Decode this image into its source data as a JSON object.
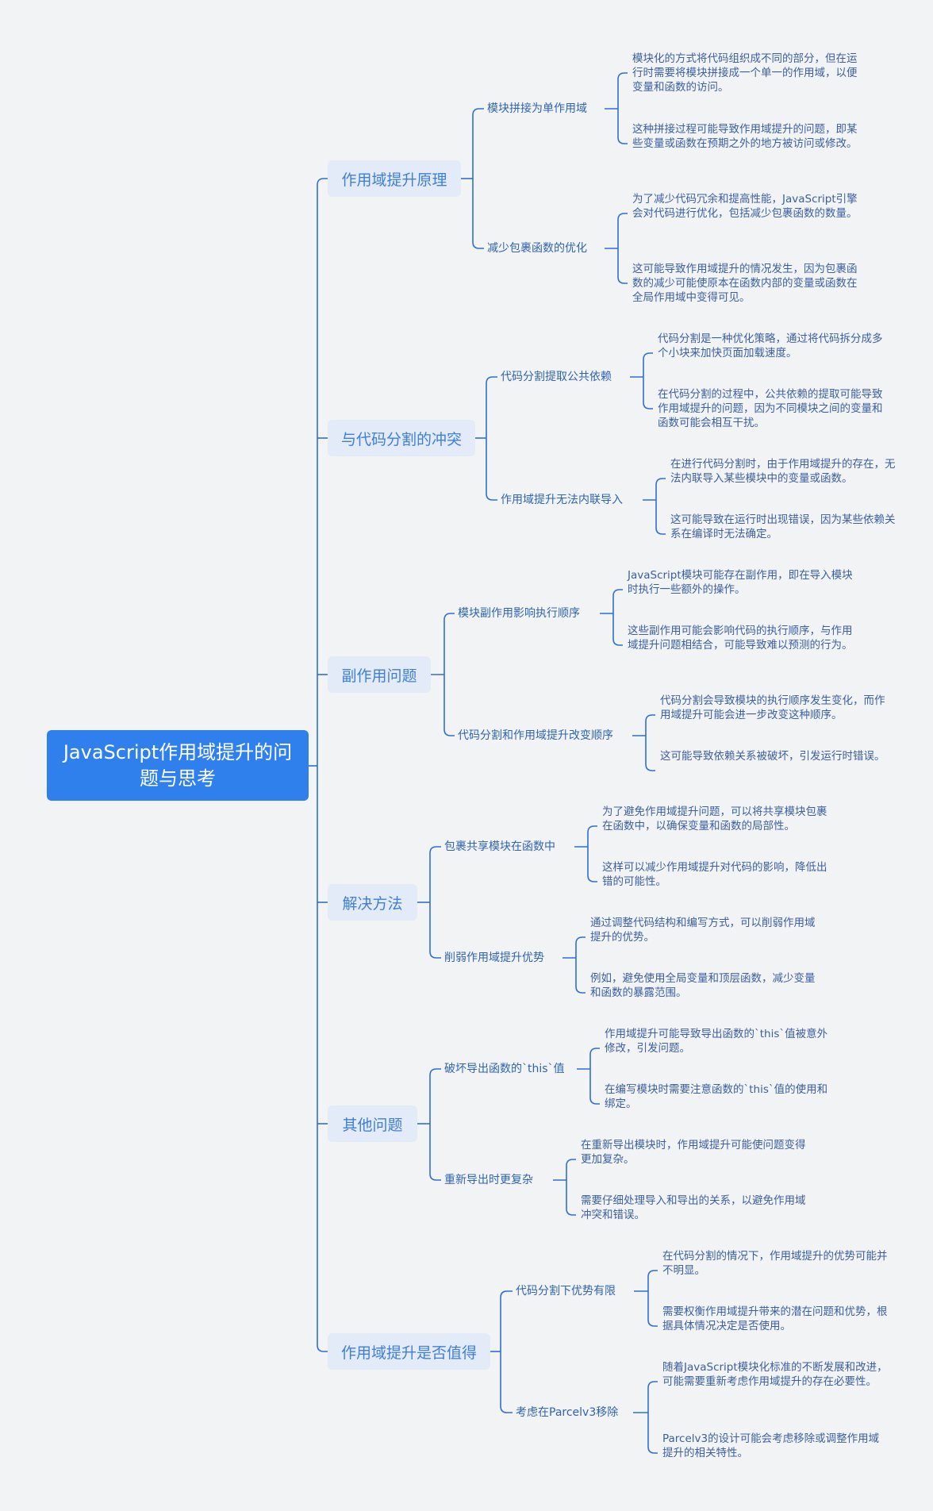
{
  "root": "JavaScript作用域提升的问题与思考",
  "colors": {
    "background": "#f2f3f5",
    "root_fill": "#2f80ed",
    "topic_fill": "#e3ebf8",
    "line": "#2f6fd0"
  },
  "topics": [
    {
      "label": "作用域提升原理",
      "children": [
        {
          "label": "模块拼接为单作用域",
          "leaves": [
            "模块化的方式将代码组织成不同的部分，但在运行时需要将模块拼接成一个单一的作用域，以便变量和函数的访问。",
            "这种拼接过程可能导致作用域提升的问题，即某些变量或函数在预期之外的地方被访问或修改。"
          ]
        },
        {
          "label": "减少包裹函数的优化",
          "leaves": [
            "为了减少代码冗余和提高性能，JavaScript引擎会对代码进行优化，包括减少包裹函数的数量。",
            "这可能导致作用域提升的情况发生，因为包裹函数的减少可能使原本在函数内部的变量或函数在全局作用域中变得可见。"
          ]
        }
      ]
    },
    {
      "label": "与代码分割的冲突",
      "children": [
        {
          "label": "代码分割提取公共依赖",
          "leaves": [
            "代码分割是一种优化策略，通过将代码拆分成多个小块来加快页面加载速度。",
            "在代码分割的过程中，公共依赖的提取可能导致作用域提升的问题，因为不同模块之间的变量和函数可能会相互干扰。"
          ]
        },
        {
          "label": "作用域提升无法内联导入",
          "leaves": [
            "在进行代码分割时，由于作用域提升的存在，无法内联导入某些模块中的变量或函数。",
            "这可能导致在运行时出现错误，因为某些依赖关系在编译时无法确定。"
          ]
        }
      ]
    },
    {
      "label": "副作用问题",
      "children": [
        {
          "label": "模块副作用影响执行顺序",
          "leaves": [
            "JavaScript模块可能存在副作用，即在导入模块时执行一些额外的操作。",
            "这些副作用可能会影响代码的执行顺序，与作用域提升问题相结合，可能导致难以预测的行为。"
          ]
        },
        {
          "label": "代码分割和作用域提升改变顺序",
          "leaves": [
            "代码分割会导致模块的执行顺序发生变化，而作用域提升可能会进一步改变这种顺序。",
            "这可能导致依赖关系被破坏，引发运行时错误。"
          ]
        }
      ]
    },
    {
      "label": "解决方法",
      "children": [
        {
          "label": "包裹共享模块在函数中",
          "leaves": [
            "为了避免作用域提升问题，可以将共享模块包裹在函数中，以确保变量和函数的局部性。",
            "这样可以减少作用域提升对代码的影响，降低出错的可能性。"
          ]
        },
        {
          "label": "削弱作用域提升优势",
          "leaves": [
            "通过调整代码结构和编写方式，可以削弱作用域提升的优势。",
            "例如，避免使用全局变量和顶层函数，减少变量和函数的暴露范围。"
          ]
        }
      ]
    },
    {
      "label": "其他问题",
      "children": [
        {
          "label": "破坏导出函数的`this`值",
          "leaves": [
            "作用域提升可能导致导出函数的`this`值被意外修改，引发问题。",
            "在编写模块时需要注意函数的`this`值的使用和绑定。"
          ]
        },
        {
          "label": "重新导出时更复杂",
          "leaves": [
            "在重新导出模块时，作用域提升可能使问题变得更加复杂。",
            "需要仔细处理导入和导出的关系，以避免作用域冲突和错误。"
          ]
        }
      ]
    },
    {
      "label": "作用域提升是否值得",
      "children": [
        {
          "label": "代码分割下优势有限",
          "leaves": [
            "在代码分割的情况下，作用域提升的优势可能并不明显。",
            "需要权衡作用域提升带来的潜在问题和优势，根据具体情况决定是否使用。"
          ]
        },
        {
          "label": "考虑在Parcelv3移除",
          "leaves": [
            "随着JavaScript模块化标准的不断发展和改进，可能需要重新考虑作用域提升的存在必要性。",
            "Parcelv3的设计可能会考虑移除或调整作用域提升的相关特性。"
          ]
        }
      ]
    }
  ]
}
